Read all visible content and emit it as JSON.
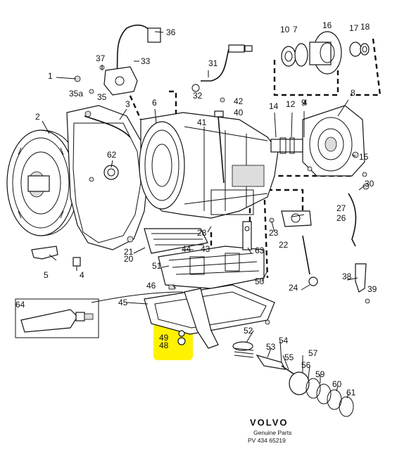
{
  "highlight": {
    "color": "#fff200"
  },
  "callouts": [
    {
      "key": "c1",
      "text": "1"
    },
    {
      "key": "c2",
      "text": "2"
    },
    {
      "key": "c3",
      "text": "3"
    },
    {
      "key": "c4",
      "text": "4"
    },
    {
      "key": "c5",
      "text": "5"
    },
    {
      "key": "c6",
      "text": "6"
    },
    {
      "key": "c7",
      "text": "7"
    },
    {
      "key": "c8",
      "text": "8"
    },
    {
      "key": "c9",
      "text": "9"
    },
    {
      "key": "c10",
      "text": "10"
    },
    {
      "key": "c12",
      "text": "12"
    },
    {
      "key": "c14",
      "text": "14"
    },
    {
      "key": "c15",
      "text": "15"
    },
    {
      "key": "c16",
      "text": "16"
    },
    {
      "key": "c17",
      "text": "17"
    },
    {
      "key": "c18",
      "text": "18"
    },
    {
      "key": "c20",
      "text": "20"
    },
    {
      "key": "c21",
      "text": "21"
    },
    {
      "key": "c22",
      "text": "22"
    },
    {
      "key": "c23",
      "text": "23"
    },
    {
      "key": "c24",
      "text": "24"
    },
    {
      "key": "c26",
      "text": "26"
    },
    {
      "key": "c27",
      "text": "27"
    },
    {
      "key": "c28",
      "text": "28"
    },
    {
      "key": "c30",
      "text": "30"
    },
    {
      "key": "c31",
      "text": "31"
    },
    {
      "key": "c32",
      "text": "32"
    },
    {
      "key": "c33",
      "text": "33"
    },
    {
      "key": "c35",
      "text": "35"
    },
    {
      "key": "c35a",
      "text": "35a"
    },
    {
      "key": "c36",
      "text": "36"
    },
    {
      "key": "c37",
      "text": "37"
    },
    {
      "key": "c38",
      "text": "38"
    },
    {
      "key": "c39",
      "text": "39"
    },
    {
      "key": "c40",
      "text": "40"
    },
    {
      "key": "c41",
      "text": "41"
    },
    {
      "key": "c42",
      "text": "42"
    },
    {
      "key": "c44",
      "text": "44"
    },
    {
      "key": "c43",
      "text": "43"
    },
    {
      "key": "c45",
      "text": "45"
    },
    {
      "key": "c46",
      "text": "46"
    },
    {
      "key": "c48",
      "text": "48"
    },
    {
      "key": "c49",
      "text": "49"
    },
    {
      "key": "c50",
      "text": "50"
    },
    {
      "key": "c51",
      "text": "51"
    },
    {
      "key": "c52",
      "text": "52"
    },
    {
      "key": "c53",
      "text": "53"
    },
    {
      "key": "c54",
      "text": "54"
    },
    {
      "key": "c55",
      "text": "55"
    },
    {
      "key": "c56",
      "text": "56"
    },
    {
      "key": "c57",
      "text": "57"
    },
    {
      "key": "c59",
      "text": "59"
    },
    {
      "key": "c60",
      "text": "60"
    },
    {
      "key": "c61",
      "text": "61"
    },
    {
      "key": "c62",
      "text": "62"
    },
    {
      "key": "c63",
      "text": "63"
    },
    {
      "key": "c64",
      "text": "64"
    },
    {
      "key": "c4b",
      "text": "4"
    }
  ],
  "footer": {
    "brand": "VOLVO",
    "subtitle": "Genuine Parts",
    "code": "PV  434  65219"
  }
}
